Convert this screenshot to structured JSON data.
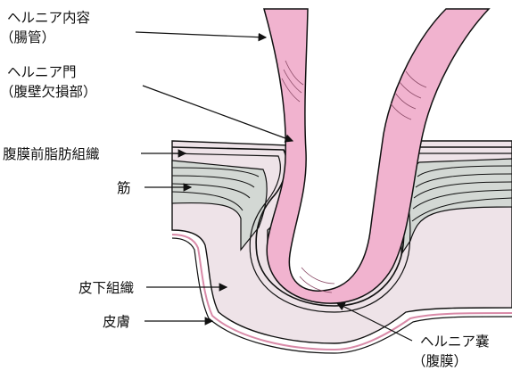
{
  "labels": {
    "contents_line1": "ヘルニア内容",
    "contents_line2": "（腸管）",
    "gate_line1": "ヘルニア門",
    "gate_line2": "（腹壁欠損部）",
    "preperitoneal_fat": "腹膜前脂肪組織",
    "muscle": "筋",
    "subcutaneous": "皮下組織",
    "skin": "皮膚",
    "sac_line1": "ヘルニア嚢",
    "sac_line2": "（腹膜）"
  },
  "colors": {
    "tissue_fill": "#eee3e8",
    "muscle_fill": "#d3d8d4",
    "intestine_fill": "#f1b3cf",
    "skin_line": "#d98aa8",
    "outline": "#111111"
  }
}
